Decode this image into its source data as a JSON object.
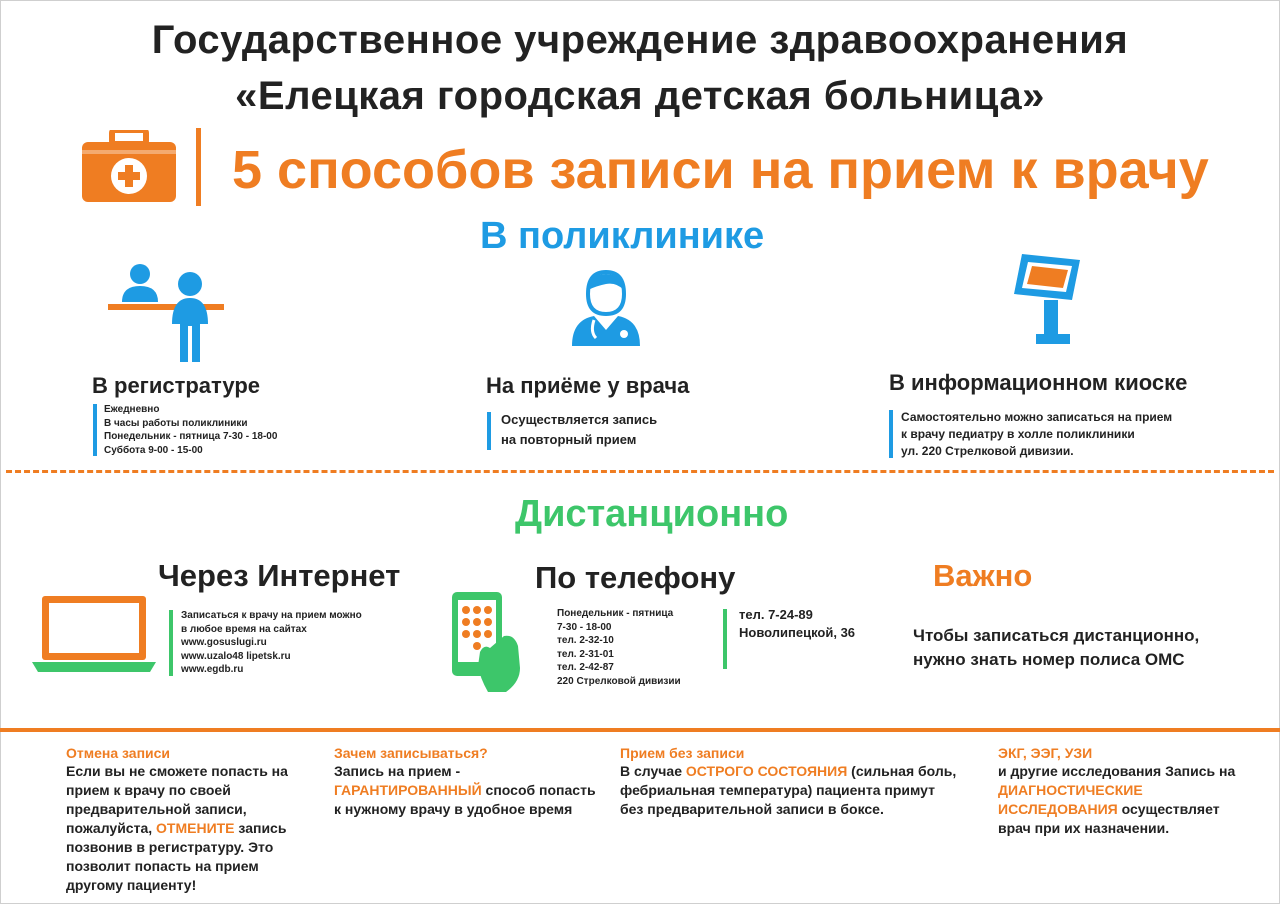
{
  "header": {
    "line1": "Государственное учреждение здравоохранения",
    "line2": "«Елецкая городская детская больница»",
    "title": "5 способов записи на прием к врачу"
  },
  "polyclinic": {
    "heading": "В поликлинике",
    "items": [
      {
        "title": "В регистратуре",
        "lines": [
          "Ежедневно",
          "В часы  работы поликлиники",
          "Понедельник - пятница  7-30  - 18-00",
          "Суббота  9-00 - 15-00"
        ]
      },
      {
        "title": "На приёме у врача",
        "lines": [
          "Осуществляется запись",
          "на повторный прием"
        ]
      },
      {
        "title": "В информационном киоске",
        "lines": [
          "Самостоятельно  можно записаться на прием",
          "к врачу педиатру в холле поликлиники",
          "ул. 220 Стрелковой дивизии."
        ]
      }
    ]
  },
  "remote": {
    "heading": "Дистанционно",
    "internet": {
      "title": "Через Интернет",
      "lines": [
        "Записаться к врачу на прием можно",
        "в любое время на сайтах",
        "www.gosuslugi.ru",
        "www.uzalo48 lipetsk.ru",
        "www.egdb.ru"
      ]
    },
    "phone": {
      "title": "По телефону",
      "lines": [
        "Понедельник - пятница",
        "7-30  - 18-00",
        "тел. 2-32-10",
        "тел. 2-31-01",
        "тел. 2-42-87",
        "220 Стрелковой дивизии"
      ],
      "alt_lines": [
        "тел. 7-24-89",
        "Новолипецкой, 36"
      ]
    },
    "important": {
      "title": "Важно",
      "lines": [
        "Чтобы записаться дистанционно,",
        "нужно знать номер полиса ОМС"
      ]
    }
  },
  "footer": [
    {
      "title": "Отмена записи",
      "p1": "Если вы не сможете попасть на прием к врачу по своей предварительной записи, пожалуйста, ",
      "hl": "ОТМЕНИТЕ",
      "p2": " запись позвонив в регистратуру. Это позволит попасть на прием другому пациенту!"
    },
    {
      "title": "Зачем записываться?",
      "p1": "Запись на прием - ",
      "hl": "ГАРАНТИРОВАННЫЙ",
      "p2": " способ попасть к нужному врачу в удобное время"
    },
    {
      "title": "Прием без записи",
      "p1": "В случае ",
      "hl": "ОСТРОГО СОСТОЯНИЯ",
      "p2": " (сильная боль, фебриальная температура) пациента примут без предварительной записи в боксе."
    },
    {
      "title": "ЭКГ, ЭЭГ, УЗИ",
      "p1": "и другие исследования Запись на ",
      "hl": "ДИАГНОСТИЧЕСКИЕ ИССЛЕДОВАНИЯ",
      "p2": " осуществляет врач при их назначении."
    }
  ],
  "colors": {
    "orange": "#ef7d22",
    "blue": "#1e9be3",
    "green": "#3dc66a"
  },
  "icons": [
    "first-aid-kit-icon",
    "reception-desk-icon",
    "doctor-icon",
    "info-kiosk-icon",
    "laptop-icon",
    "smartphone-icon"
  ]
}
